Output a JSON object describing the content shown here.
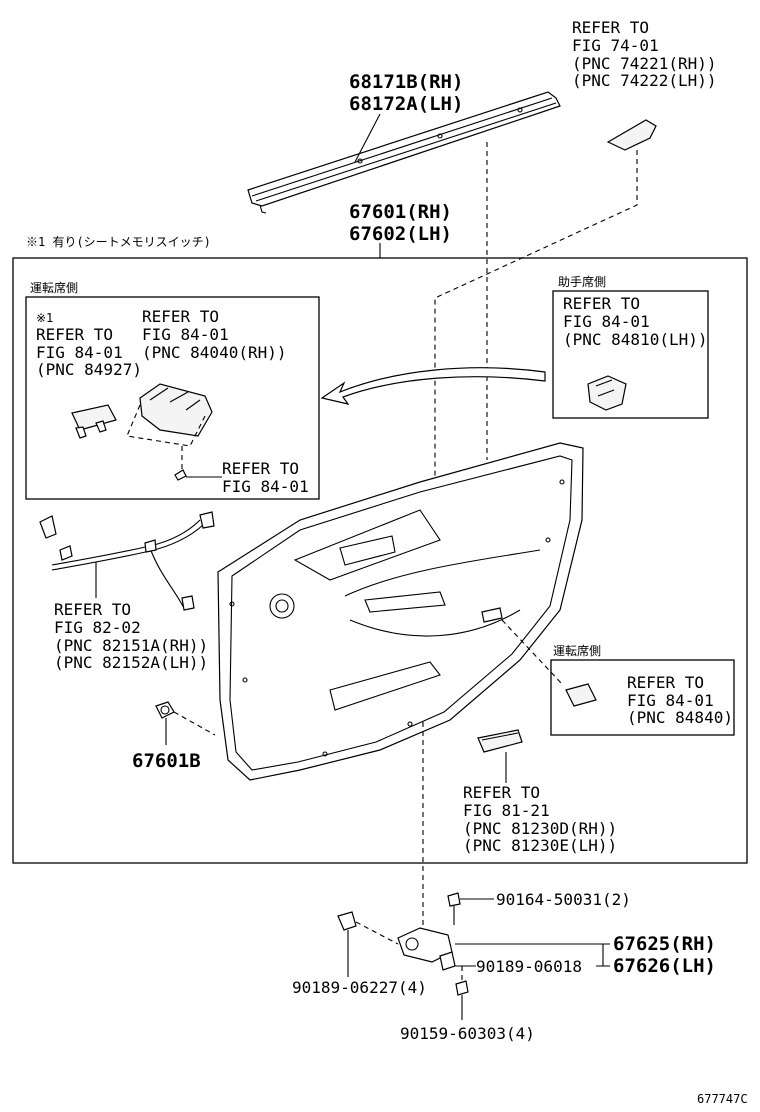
{
  "diagram_id": "677747C",
  "callouts": {
    "molding_rh": "68171B(RH)",
    "molding_lh": "68172A(LH)",
    "refer_fig74": [
      "REFER TO",
      "FIG 74-01",
      "(PNC 74221(RH))",
      "(PNC 74222(LH))"
    ],
    "trim_rh": "67601(RH)",
    "trim_lh": "67602(LH)",
    "note_memory": "※1 有り(シートメモリスイッチ)",
    "driver_side_top": "運転席側",
    "note_mark": "※1",
    "refer_84927": [
      "REFER TO",
      "FIG 84-01",
      "(PNC 84927)"
    ],
    "refer_84040": [
      "REFER TO",
      "FIG 84-01",
      "(PNC 84040(RH))"
    ],
    "refer_fig84_screw": [
      "REFER TO",
      "FIG 84-01"
    ],
    "passenger_side": "助手席側",
    "refer_84810": [
      "REFER TO",
      "FIG 84-01",
      "(PNC 84810(LH))"
    ],
    "refer_fig82": [
      "REFER TO",
      "FIG 82-02",
      "(PNC 82151A(RH))",
      "(PNC 82152A(LH))"
    ],
    "clip": "67601B",
    "driver_side_bottom": "運転席側",
    "refer_84840": [
      "REFER TO",
      "FIG 84-01",
      "(PNC 84840)"
    ],
    "refer_fig81": [
      "REFER TO",
      "FIG 81-21",
      "(PNC 81230D(RH))",
      "(PNC 81230E(LH))"
    ],
    "screw_50031": "90164-50031(2)",
    "bracket_rh": "67625(RH)",
    "bracket_lh": "67626(LH)",
    "screw_06018": "90189-06018",
    "clip_06227": "90189-06227(4)",
    "screw_60303": "90159-60303(4)"
  }
}
